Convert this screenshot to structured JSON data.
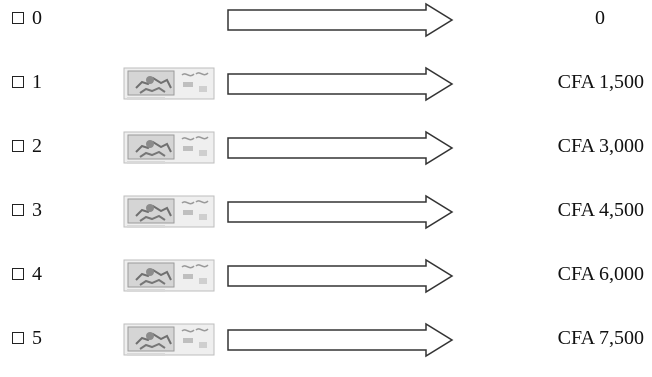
{
  "options": [
    {
      "choice": "0",
      "amount": "0",
      "notes": 0
    },
    {
      "choice": "1",
      "amount": "CFA 1,500",
      "notes": 1
    },
    {
      "choice": "2",
      "amount": "CFA 3,000",
      "notes": 1
    },
    {
      "choice": "3",
      "amount": "CFA 4,500",
      "notes": 1
    },
    {
      "choice": "4",
      "amount": "CFA 6,000",
      "notes": 1
    },
    {
      "choice": "5",
      "amount": "CFA 7,500",
      "notes": 1
    }
  ],
  "icons": {
    "checkbox": "checkbox-icon",
    "arrow": "arrow-right-icon",
    "banknote": "banknote-icon"
  },
  "colors": {
    "text": "#111111",
    "arrow_stroke": "#333333",
    "note_ink": "#8d8d8d",
    "note_fill": "#e2e2e2"
  }
}
